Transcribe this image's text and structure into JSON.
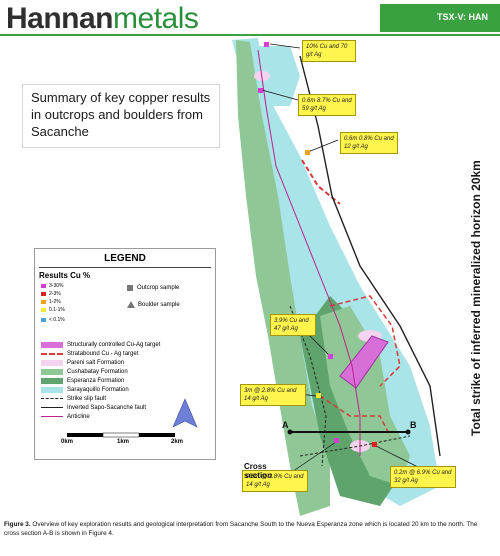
{
  "header": {
    "logo_bold": "Hannan",
    "logo_light": "metals",
    "ticker": "TSX-V: HAN"
  },
  "map_title": "Summary of key copper results in outcrops and boulders from Sacanche",
  "side_label": "Total strike of inferred mineralized horizon 20km",
  "callouts": [
    "10% Cu and 70 g/t Ag",
    "0.6m 8.7% Cu and 59 g/t Ag",
    "0.6m 0.8% Cu and 12 g/t Ag",
    "3.9% Cu and 47 g/t Ag",
    "3m @ 2.8% Cu and 14 g/t Ag",
    "0.8m @ 2.8% Cu and 14 g/t Ag",
    "0.2m @ 6.9% Cu and 32 g/t Ag"
  ],
  "legend": {
    "title": "LEGEND",
    "results_label": "Results Cu %",
    "grades": [
      {
        "label": "3-30%",
        "color": "#d53dd5"
      },
      {
        "label": "2-3%",
        "color": "#e02020"
      },
      {
        "label": "1-2%",
        "color": "#f2a21a"
      },
      {
        "label": "0.1-1%",
        "color": "#f5e832"
      },
      {
        "label": "< 0.1%",
        "color": "#4aa3e0"
      }
    ],
    "outcrop_label": "Outcrop sample",
    "boulder_label": "Boulder sample",
    "units": [
      {
        "label": "Structurally controlled Cu-Ag target",
        "color": "#d86fd8"
      },
      {
        "label": "Stratabound Cu - Ag target",
        "color": "#d63a3a"
      },
      {
        "label": "Pareni salt Formation",
        "color": "#f4d3ef"
      },
      {
        "label": "Cushabatay Formation",
        "color": "#8fc796"
      },
      {
        "label": "Esperanza Formation",
        "color": "#5fa46c"
      },
      {
        "label": "Sarayaquillo Formation",
        "color": "#a8e4e8"
      },
      {
        "label": "Strike slip fault",
        "color": "#222222"
      },
      {
        "label": "Inverted Sapo-Sacanche fault",
        "color": "#222222"
      },
      {
        "label": "Anticline",
        "color": "#c0208a"
      }
    ],
    "scale_labels": [
      "0km",
      "1km",
      "2km"
    ]
  },
  "cross_section": {
    "label_line1": "Cross",
    "label_line2": "section",
    "point_a": "A",
    "point_b": "B"
  },
  "caption": {
    "figure_label": "Figure 3.",
    "text": "Overview of key exploration results and geological interpretation from Sacanche South to the Nueva Esperanza zone which is located 20 km to the north. The cross section A-B is shown in Figure 4."
  }
}
